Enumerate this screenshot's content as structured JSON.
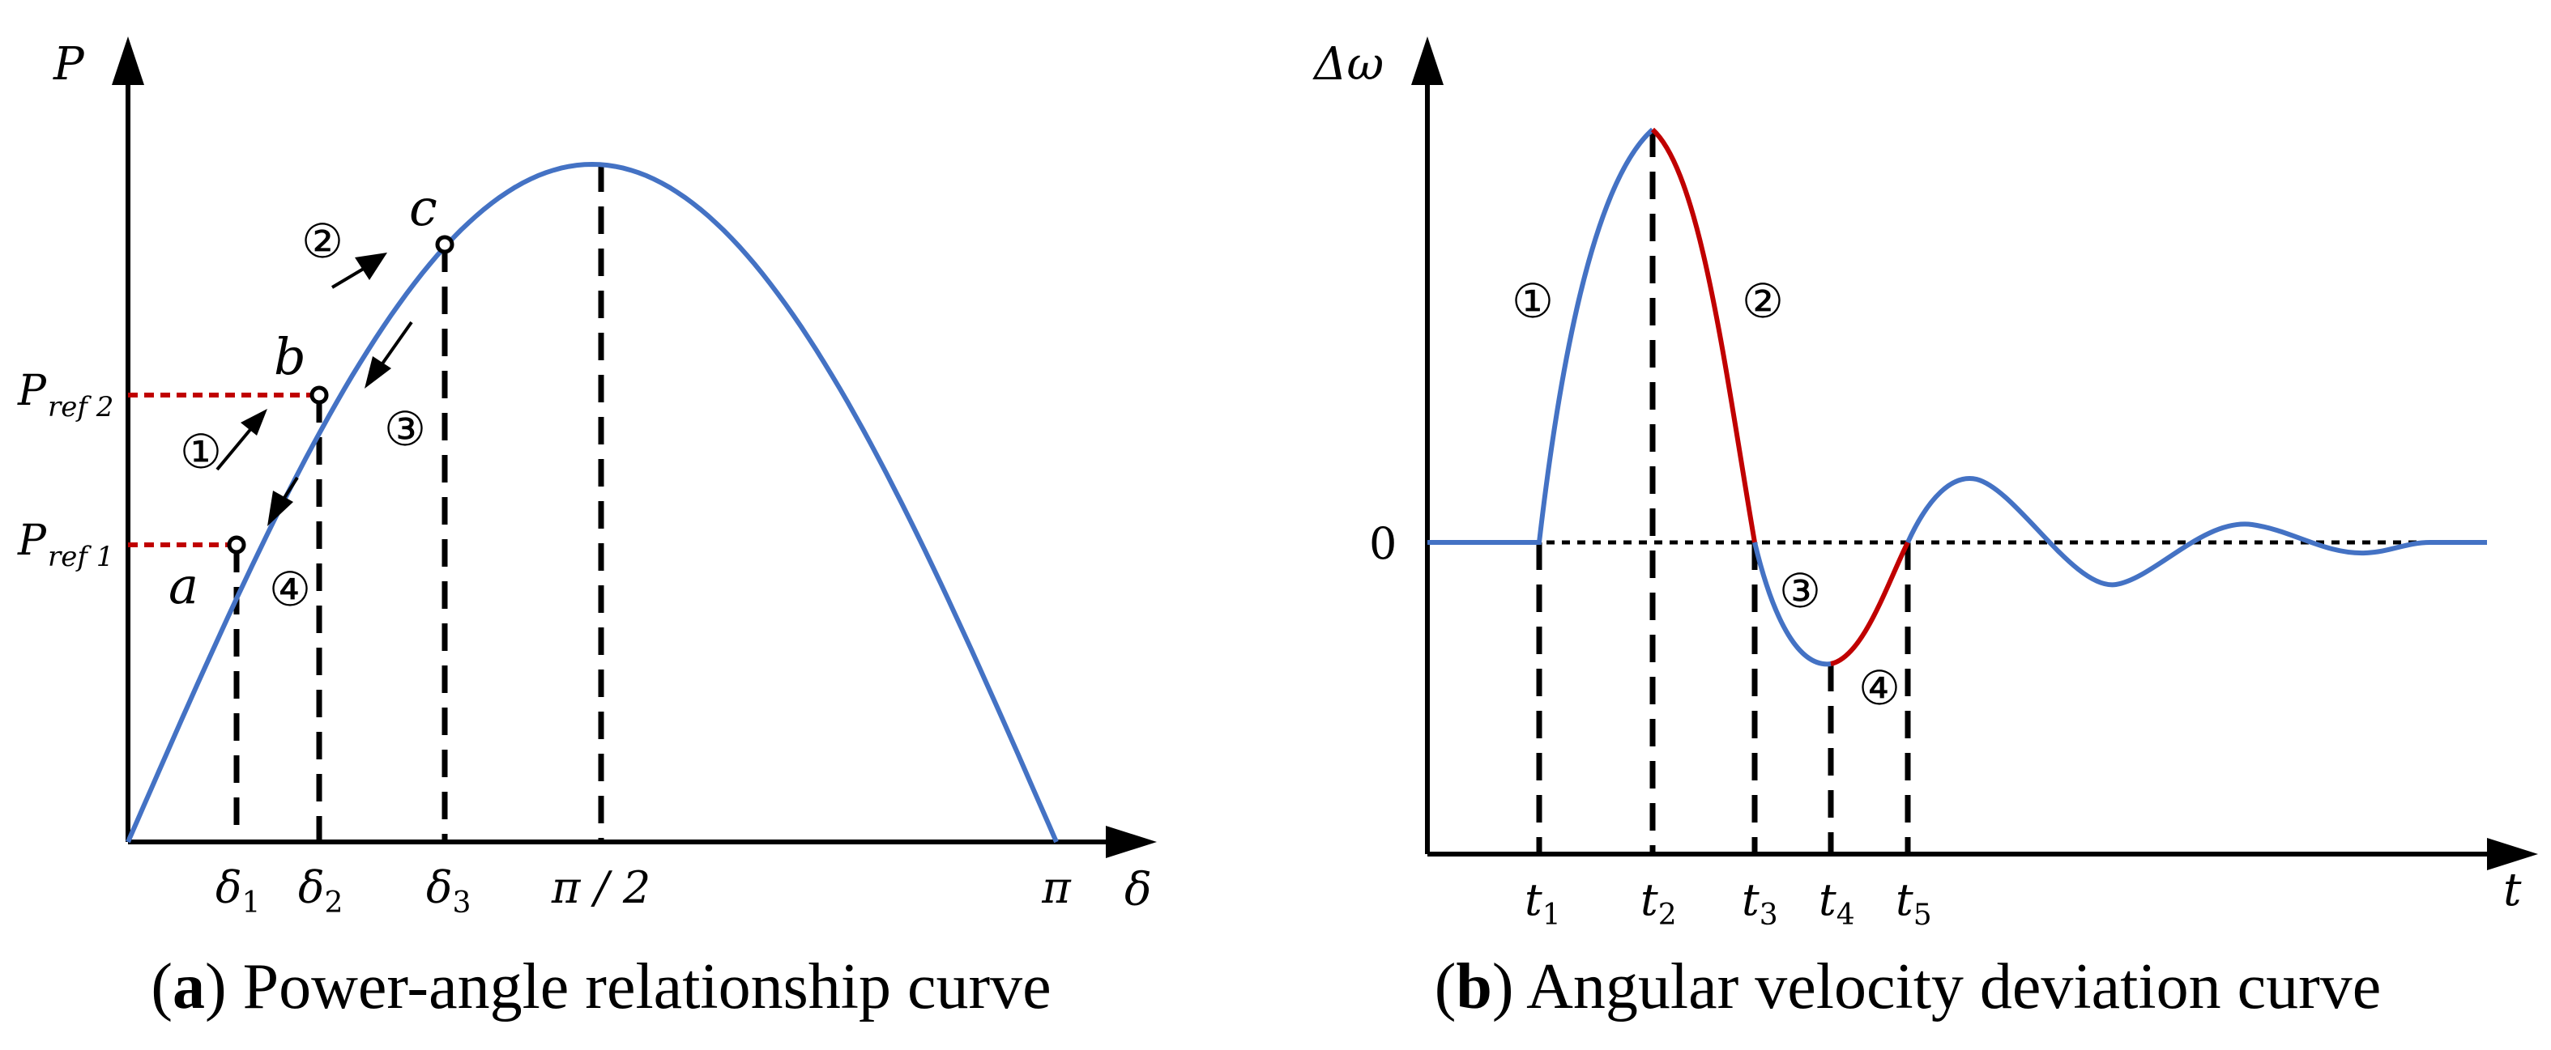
{
  "left_panel": {
    "caption_letter": "a",
    "caption_text": "Power-angle relationship curve",
    "y_axis_label": "P",
    "x_axis_label": "δ",
    "y_ticks": [
      {
        "main": "P",
        "sub": "ref 2"
      },
      {
        "main": "P",
        "sub": "ref 1"
      }
    ],
    "x_ticks": [
      {
        "main": "δ",
        "sub": "1"
      },
      {
        "main": "δ",
        "sub": "2"
      },
      {
        "main": "δ",
        "sub": "3"
      },
      {
        "main": "π / 2",
        "sub": ""
      },
      {
        "main": "π",
        "sub": ""
      }
    ],
    "point_labels": [
      "a",
      "b",
      "c"
    ],
    "step_labels": [
      "①",
      "②",
      "③",
      "④"
    ]
  },
  "right_panel": {
    "caption_letter": "b",
    "caption_text": "Angular velocity deviation curve",
    "y_axis_label": "Δω",
    "x_axis_label": "t",
    "zero_label": "0",
    "x_ticks": [
      {
        "main": "t",
        "sub": "1"
      },
      {
        "main": "t",
        "sub": "2"
      },
      {
        "main": "t",
        "sub": "3"
      },
      {
        "main": "t",
        "sub": "4"
      },
      {
        "main": "t",
        "sub": "5"
      }
    ],
    "step_labels": [
      "①",
      "②",
      "③",
      "④"
    ]
  },
  "colors": {
    "curve_blue": "#4472c4",
    "curve_red": "#c00000",
    "reference_red": "#c00000"
  }
}
